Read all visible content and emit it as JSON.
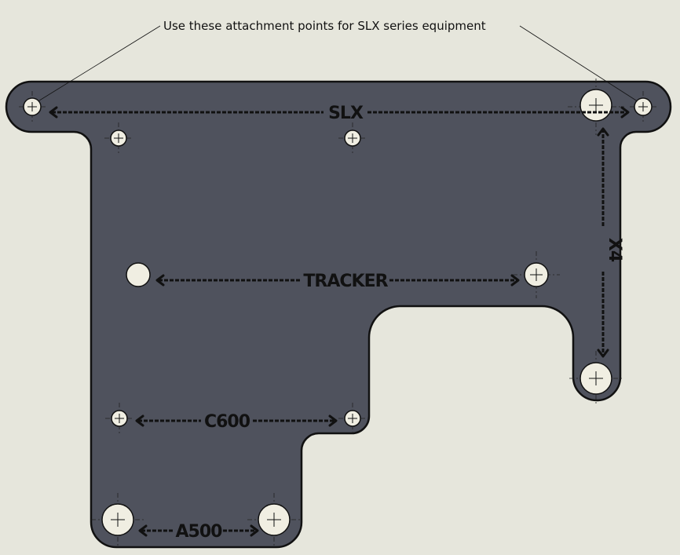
{
  "callout": {
    "text": "Use these attachment points for SLX series equipment"
  },
  "dimensions": {
    "slx": "SLX",
    "tracker": "TRACKER",
    "x4": "X4",
    "c600": "C600",
    "a500": "A500"
  },
  "colors": {
    "background": "#e6e6dc",
    "plate": "#4f525d",
    "plate_outline": "#111111",
    "hole_fill": "#f0eee2"
  }
}
